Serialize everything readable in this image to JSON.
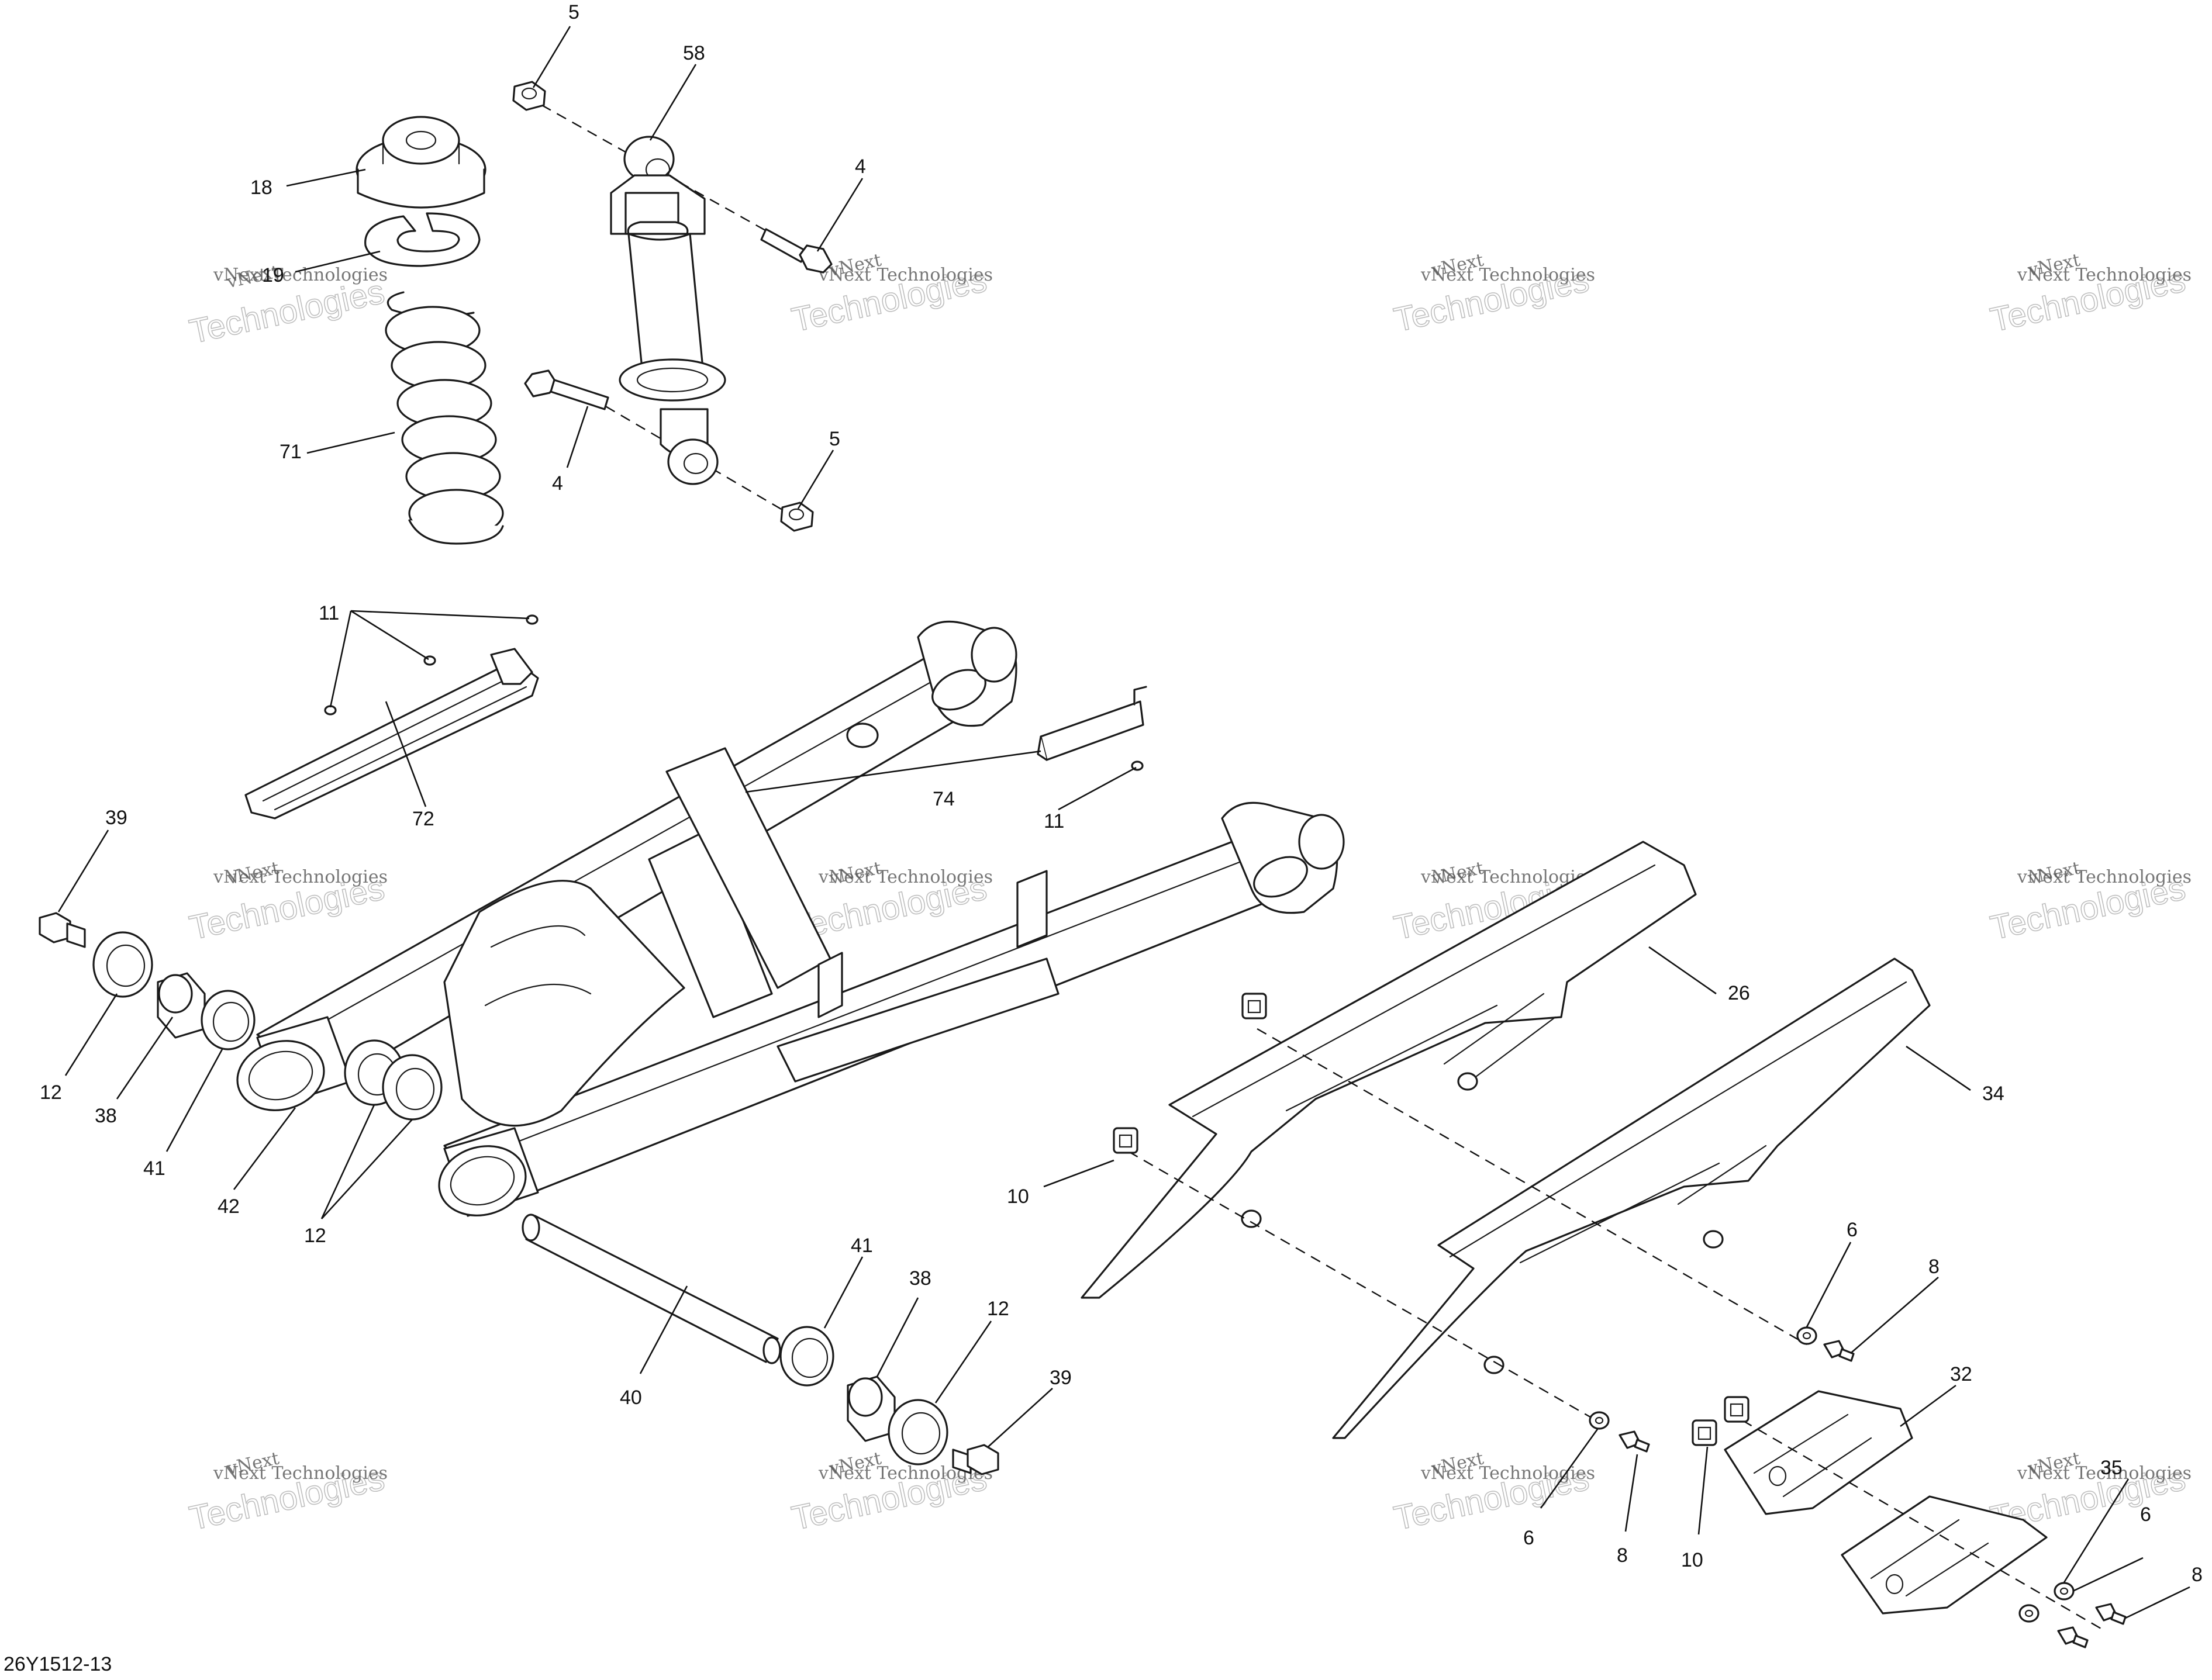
{
  "diagram": {
    "reference_code": "26Y1512-13",
    "callouts": [
      "5",
      "58",
      "4",
      "18",
      "19",
      "71",
      "4",
      "5",
      "11",
      "72",
      "74",
      "11",
      "39",
      "12",
      "38",
      "41",
      "42",
      "12",
      "26",
      "34",
      "10",
      "41",
      "38",
      "12",
      "40",
      "39",
      "6",
      "8",
      "32",
      "6",
      "8",
      "10",
      "35",
      "6",
      "8"
    ],
    "watermark": {
      "line_top": "vNext",
      "line_mid": "vNext Technologies",
      "line_big": "Technologies"
    }
  }
}
